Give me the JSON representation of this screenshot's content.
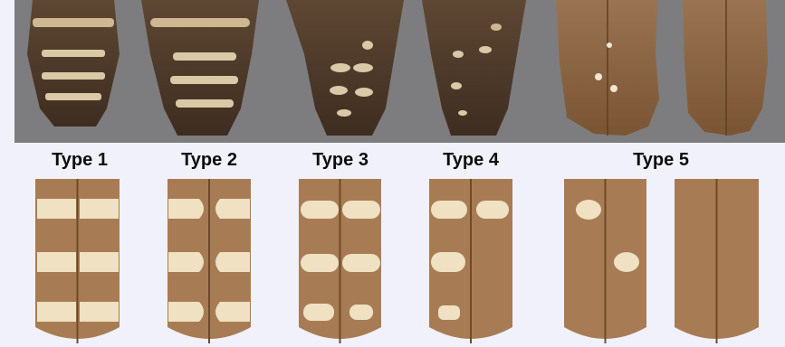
{
  "figure": {
    "types": [
      {
        "label": "Type 1",
        "pattern": "full-width pale bars"
      },
      {
        "label": "Type 2",
        "pattern": "rounded-edge pale bars"
      },
      {
        "label": "Type 3",
        "pattern": "oval pale spots"
      },
      {
        "label": "Type 4",
        "pattern": "outer-vane spots only"
      },
      {
        "label": "Type 5",
        "pattern": "few spots or plain"
      }
    ]
  },
  "colors": {
    "background": "#f1f1fb",
    "photo_backdrop": "#7d7d7f",
    "feather_brown": "#a77c55",
    "feather_shaft": "#6e4a29",
    "spot_cream": "#efe1c1",
    "label_text": "#0d0d0d"
  }
}
